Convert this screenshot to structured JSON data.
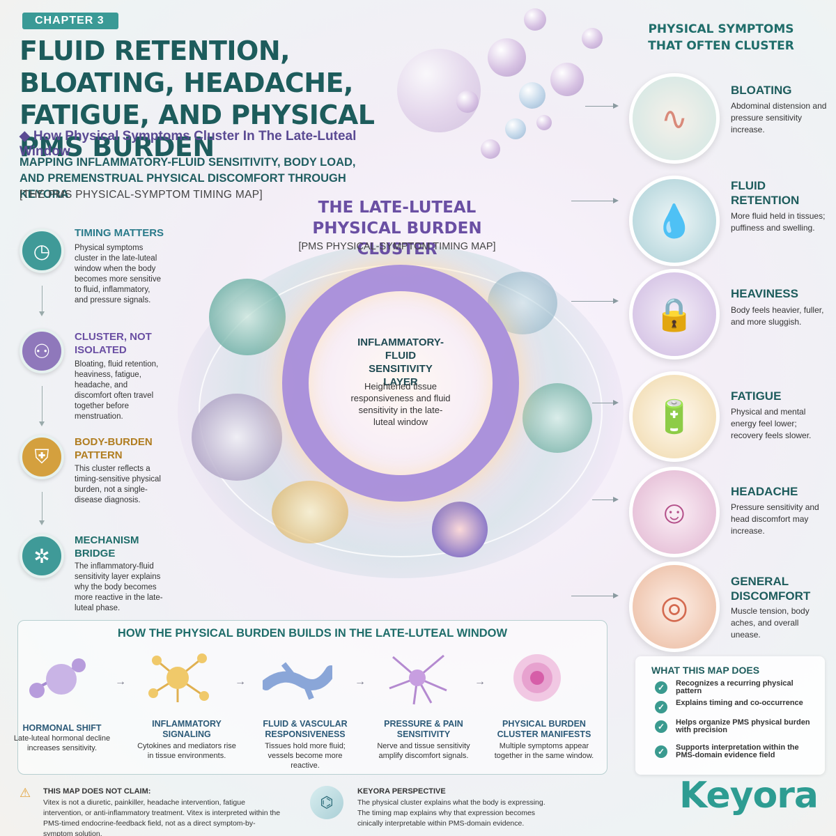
{
  "header": {
    "chapter": "CHAPTER 3",
    "title": "FLUID RETENTION, BLOATING, HEADACHE, FATIGUE, AND PHYSICAL PMS BURDEN",
    "subtitle": "How Physical Symptoms Cluster In The Late-Luteal Window",
    "mapping": "MAPPING INFLAMMATORY-FLUID SENSITIVITY, BODY LOAD, AND PREMENSTRUAL PHYSICAL DISCOMFORT THROUGH KEYORA",
    "map_bracket": "[THE PMS PHYSICAL-SYMPTOM TIMING MAP]"
  },
  "center": {
    "title": "THE LATE-LUTEAL PHYSICAL BURDEN CLUSTER",
    "subtitle": "[PMS PHYSICAL-SYMPTOM TIMING MAP]",
    "layer_title": "INFLAMMATORY-FLUID SENSITIVITY LAYER",
    "layer_desc": "Heightened tissue responsiveness and fluid sensitivity in the late-luteal window"
  },
  "left_timeline": [
    {
      "title": "TIMING MATTERS",
      "desc": "Physical symptoms cluster in the late-luteal window when the body becomes more sensitive to fluid, inflammatory, and pressure signals.",
      "icon": "clock-icon",
      "color": "#3f9a98",
      "title_color": "#2a7a8a"
    },
    {
      "title": "CLUSTER, NOT ISOLATED",
      "desc": "Bloating, fluid retention, heaviness, fatigue, headache, and discomfort often travel together before menstruation.",
      "icon": "people-icon",
      "color": "#8f78bb",
      "title_color": "#6a4fa3"
    },
    {
      "title": "BODY-BURDEN PATTERN",
      "desc": "This cluster reflects a timing-sensitive physical burden, not a single-disease diagnosis.",
      "icon": "shield-icon",
      "color": "#d4a03e",
      "title_color": "#b07d20"
    },
    {
      "title": "MECHANISM BRIDGE",
      "desc": "The inflammatory-fluid sensitivity layer explains why the body becomes more reactive in the late-luteal phase.",
      "icon": "network-icon",
      "color": "#3f9a98",
      "title_color": "#1f6d6a"
    }
  ],
  "right": {
    "title": "PHYSICAL SYMPTOMS THAT OFTEN CLUSTER",
    "symptoms": [
      {
        "title": "BLOATING",
        "desc": "Abdominal distension and pressure sensitivity increase.",
        "icon": "intestine-icon",
        "bg": "#cfe6e3"
      },
      {
        "title": "FLUID RETENTION",
        "desc": "More fluid held in tissues; puffiness and swelling.",
        "icon": "droplets-icon",
        "bg": "#cfe3e6"
      },
      {
        "title": "HEAVINESS",
        "desc": "Body feels heavier, fuller, and more sluggish.",
        "icon": "weight-icon",
        "bg": "#ddd0ea"
      },
      {
        "title": "FATIGUE",
        "desc": "Physical and mental energy feel lower; recovery feels slower.",
        "icon": "battery-icon",
        "bg": "#f3e3c5"
      },
      {
        "title": "HEADACHE",
        "desc": "Pressure sensitivity and head discomfort may increase.",
        "icon": "head-icon",
        "bg": "#ecd0e2"
      },
      {
        "title": "GENERAL DISCOMFORT",
        "desc": "Muscle tension, body aches, and overall unease.",
        "icon": "body-icon",
        "bg": "#f1d4c4"
      }
    ]
  },
  "builds": {
    "title": "HOW THE PHYSICAL BURDEN BUILDS IN THE LATE-LUTEAL WINDOW",
    "steps": [
      {
        "title": "HORMONAL SHIFT",
        "desc": "Late-luteal hormonal decline increases sensitivity.",
        "icon": "hormone-molecule-icon",
        "color": "#a58bd0"
      },
      {
        "title": "INFLAMMATORY SIGNALING",
        "desc": "Cytokines and mediators rise in tissue environments.",
        "icon": "cytokine-icon",
        "color": "#e0b050"
      },
      {
        "title": "FLUID & VASCULAR RESPONSIVENESS",
        "desc": "Tissues hold more fluid; vessels become more reactive.",
        "icon": "vessel-icon",
        "color": "#8aa6d8"
      },
      {
        "title": "PRESSURE & PAIN SENSITIVITY",
        "desc": "Nerve and tissue sensitivity amplify discomfort signals.",
        "icon": "neuron-icon",
        "color": "#b48ad0"
      },
      {
        "title": "PHYSICAL BURDEN CLUSTER MANIFESTS",
        "desc": "Multiple symptoms appear together in the same window.",
        "icon": "cluster-icon",
        "color": "#d88ac0"
      }
    ]
  },
  "does": {
    "title": "WHAT THIS MAP DOES",
    "items": [
      "Recognizes a recurring physical pattern",
      "Explains timing and co-occurrence",
      "Helps organize PMS physical burden with precision",
      "Supports interpretation within the PMS-domain evidence field"
    ]
  },
  "footer": {
    "warn_title": "THIS MAP DOES NOT CLAIM:",
    "warn_text": "Vitex is not a diuretic, painkiller, headache intervention, fatigue intervention, or anti-inflammatory treatment. Vitex is interpreted within the PMS-timed endocrine-feedback field, not as a direct symptom-by-symptom solution.",
    "kp_title": "KEYORA PERSPECTIVE",
    "kp_text": "The physical cluster explains what the body is expressing. The timing map explains why that expression becomes cinically interpretable within PMS-domain evidence.",
    "logo": "Keyora"
  }
}
